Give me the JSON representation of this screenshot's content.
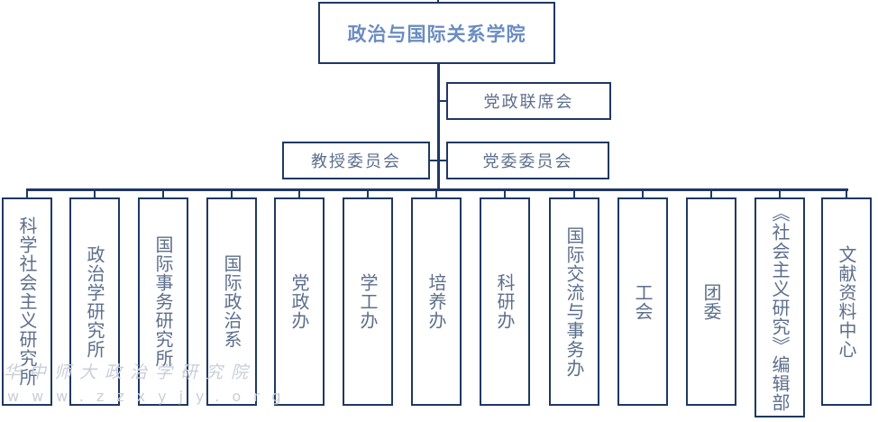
{
  "root": {
    "label": "政治与国际关系学院"
  },
  "committees": {
    "joint": "党政联席会",
    "professors": "教授委员会",
    "party": "党委委员会"
  },
  "units": [
    {
      "label": "科学社会主义研究所"
    },
    {
      "label": "政治学研究所"
    },
    {
      "label": "国际事务研究所"
    },
    {
      "label": "国际政治系"
    },
    {
      "label": "党政办"
    },
    {
      "label": "学工办"
    },
    {
      "label": "培养办"
    },
    {
      "label": "科研办"
    },
    {
      "label": "国际交流与事务办"
    },
    {
      "label": "工会"
    },
    {
      "label": "团委"
    },
    {
      "label": "《社会主义研究》编辑部"
    },
    {
      "label": "文献资料中心"
    }
  ],
  "watermark": {
    "line1": "华中师大政治学研究院",
    "line2": "www.zzxyjy.org"
  },
  "colors": {
    "line": "#1f3864",
    "title_text": "#6a8cc0",
    "box_text": "#5d6f8c"
  }
}
